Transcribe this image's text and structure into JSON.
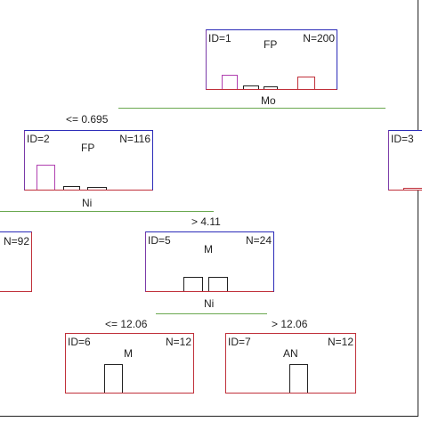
{
  "nodes": {
    "n1": {
      "id": "ID=1",
      "cls": "FP",
      "n": "N=200"
    },
    "n2": {
      "id": "ID=2",
      "cls": "FP",
      "n": "N=116"
    },
    "n3": {
      "id": "ID=3"
    },
    "n4": {
      "n": "N=92"
    },
    "n5": {
      "id": "ID=5",
      "cls": "M",
      "n": "N=24"
    },
    "n6": {
      "id": "ID=6",
      "cls": "M",
      "n": "N=12"
    },
    "n7": {
      "id": "ID=7",
      "cls": "AN",
      "n": "N=12"
    }
  },
  "splits": {
    "s1": "Mo",
    "s2": "Ni",
    "s3": "Ni"
  },
  "edges": {
    "e1_left": "<= 0.695",
    "e2_right": "> 4.11",
    "e3_left": "<= 12.06",
    "e3_right": "> 12.06"
  },
  "colors": {
    "blue": "#2b2bb8",
    "red": "#c0303a",
    "magenta": "#b040b0",
    "green": "#6aa84f"
  }
}
